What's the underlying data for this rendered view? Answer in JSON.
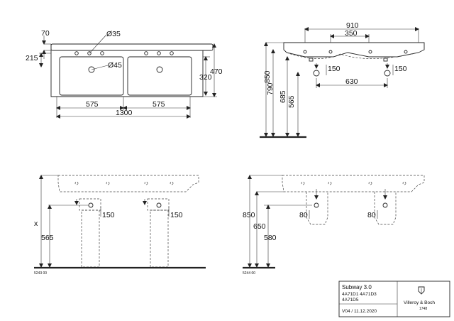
{
  "top_view": {
    "dims": {
      "d70": "70",
      "d215": "215",
      "d35": "Ø35",
      "d45": "Ø45",
      "d320": "320",
      "d470": "470",
      "d575_left": "575",
      "d575_right": "575",
      "d1300": "1300"
    }
  },
  "side_view": {
    "dims": {
      "d910": "910",
      "d350": "350",
      "d850": "850",
      "d790": "790",
      "d685": "685",
      "d565": "565",
      "d150_left": "150",
      "d150_right": "150",
      "d630": "630"
    }
  },
  "front_pedestal_view": {
    "dims": {
      "dx": "x",
      "d565": "565",
      "d150_left": "150",
      "d150_right": "150"
    },
    "code": "5243 00"
  },
  "front_halfpedestal_view": {
    "dims": {
      "d850": "850",
      "d650": "650",
      "d580": "580",
      "d80_left": "80",
      "d80_right": "80"
    },
    "code": "5244 00"
  },
  "title_block": {
    "product": "Subway 3.0",
    "codes_line1": "4A71D1  4A71D3",
    "codes_line2": "4A71D5",
    "version": "V04 / 11.12.2020",
    "brand": "Villeroy & Boch",
    "year": "1748"
  }
}
